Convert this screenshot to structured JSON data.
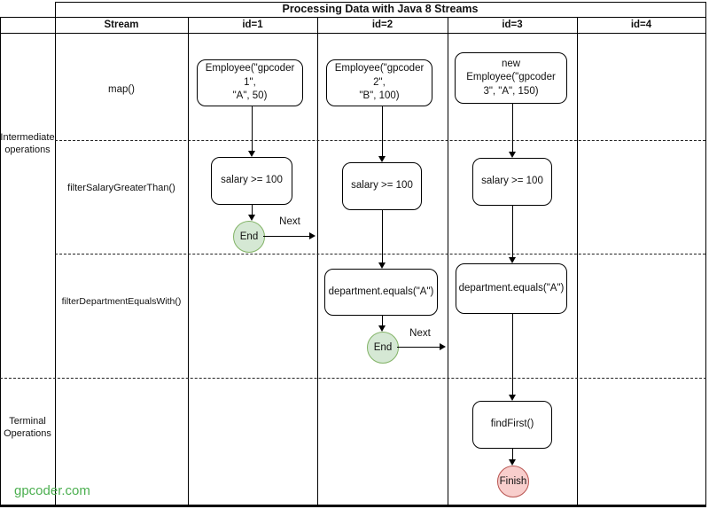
{
  "title": "Processing Data with Java 8 Streams",
  "columns": [
    "Stream",
    "id=1",
    "id=2",
    "id=3",
    "id=4"
  ],
  "row_labels": [
    "map()",
    "filterSalaryGreaterThan()",
    "filterDepartmentEqualsWith()"
  ],
  "group_labels": {
    "intermediate": "Intermediate\noperations",
    "terminal": "Terminal\nOperations"
  },
  "nodes": {
    "emp1": "Employee(\"gpcoder 1\",\n\"A\", 50)",
    "emp2": "Employee(\"gpcoder 2\",\n\"B\", 100)",
    "emp3": "new Employee(\"gpcoder\n3\", \"A\", 150)",
    "sal1": "salary >= 100",
    "sal2": "salary >= 100",
    "sal3": "salary >= 100",
    "dep2": "department.equals(\"A\")",
    "dep3": "department.equals(\"A\")",
    "find3": "findFirst()",
    "end1": "End",
    "end2": "End",
    "finish": "Finish"
  },
  "edge_labels": {
    "next1": "Next",
    "next2": "Next"
  },
  "watermark": "gpcoder.com",
  "colors": {
    "end_fill": "#d5e8d4",
    "end_stroke": "#82b366",
    "finish_fill": "#f8cecc",
    "finish_stroke": "#b85450",
    "watermark_green": "#4caf50",
    "line": "#000000"
  }
}
